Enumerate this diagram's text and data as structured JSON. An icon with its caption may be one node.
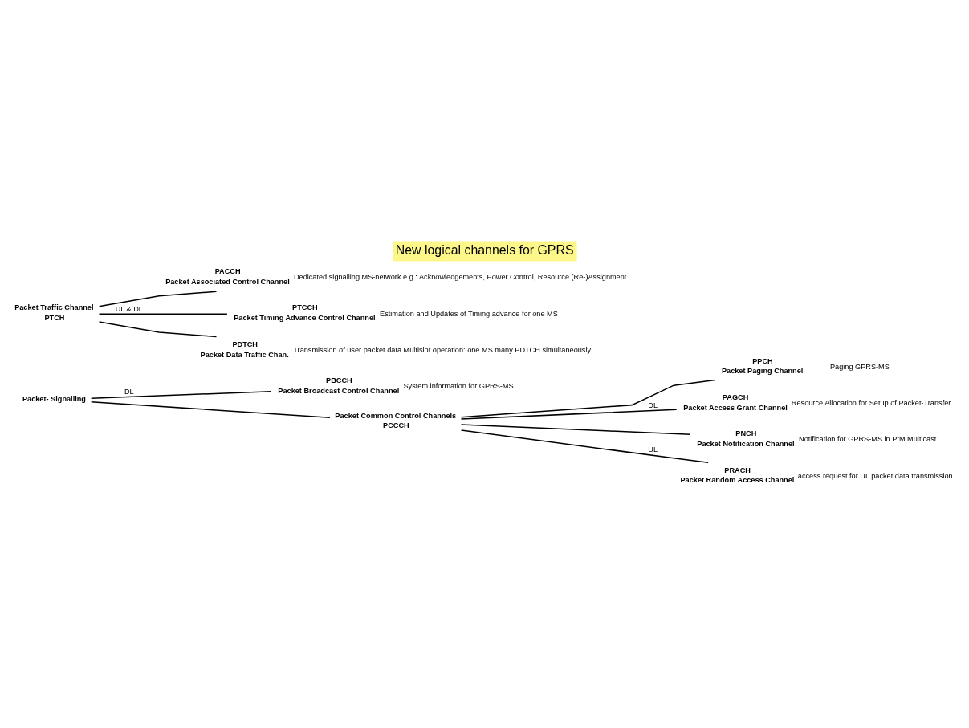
{
  "diagram": {
    "title": "New logical channels for GPRS",
    "nodes": [
      {
        "text": [
          "Packet- Signalling"
        ]
      },
      {
        "text": [
          "PBCCH",
          "Packet Broadcast Control Channel"
        ],
        "beside": [
          "System information for GPRS-MS"
        ]
      },
      {
        "text": [
          "Packet Common Control Channels",
          "PCCCH"
        ]
      },
      {
        "text": [
          "PPCH",
          "Packet Paging Channel"
        ],
        "beside": [
          "Paging GPRS-MS"
        ]
      },
      {
        "text": [
          "PAGCH",
          "Packet Access Grant Channel"
        ],
        "beside": [
          "Resource Allocation for Setup of Packet-Transfer"
        ]
      },
      {
        "text": [
          "PNCH",
          "Packet Notification Channel"
        ],
        "beside": [
          "Notification for GPRS-MS in PtM Multicast"
        ]
      },
      {
        "text": [
          "PRACH",
          "Packet Random Access Channel"
        ],
        "beside": [
          "access request for UL packet data transmission"
        ]
      },
      {
        "text": [
          "Packet Traffic Channel",
          "PTCH"
        ]
      },
      {
        "text": [
          "PACCH",
          "Packet Associated Control Channel"
        ],
        "beside": [
          "Dedicated signalling MS-network e.g.: Acknowledgements, Power Control, Resource (Re-)Assignment"
        ]
      },
      {
        "text": [
          "PTCCH",
          "Packet Timing Advance Control Channel"
        ],
        "beside": [
          "Estimation and Updates of Timing advance for one MS"
        ]
      },
      {
        "text": [
          "PDTCH",
          "Packet Data Traffic Chan."
        ],
        "beside": [
          "Transmission of user packet data Multislot operation: one MS many PDTCH simultaneously"
        ]
      }
    ],
    "edges": [
      {
        "from": 0,
        "to": 1,
        "arrow": "none",
        "label": "DL"
      },
      {
        "from": 0,
        "to": 2,
        "arrow": "none"
      },
      {
        "from": 2,
        "to": 3,
        "arrow": "none"
      },
      {
        "from": 2,
        "to": 4,
        "arrow": "none",
        "label": "DL"
      },
      {
        "from": 2,
        "to": 5,
        "arrow": "none"
      },
      {
        "from": 2,
        "to": 6,
        "arrow": "none",
        "label": "UL"
      },
      {
        "from": 7,
        "to": 8,
        "arrow": "none"
      },
      {
        "from": 7,
        "to": 9,
        "arrow": "none",
        "label": "UL & DL"
      },
      {
        "from": 7,
        "to": 10,
        "arrow": "none"
      }
    ]
  }
}
